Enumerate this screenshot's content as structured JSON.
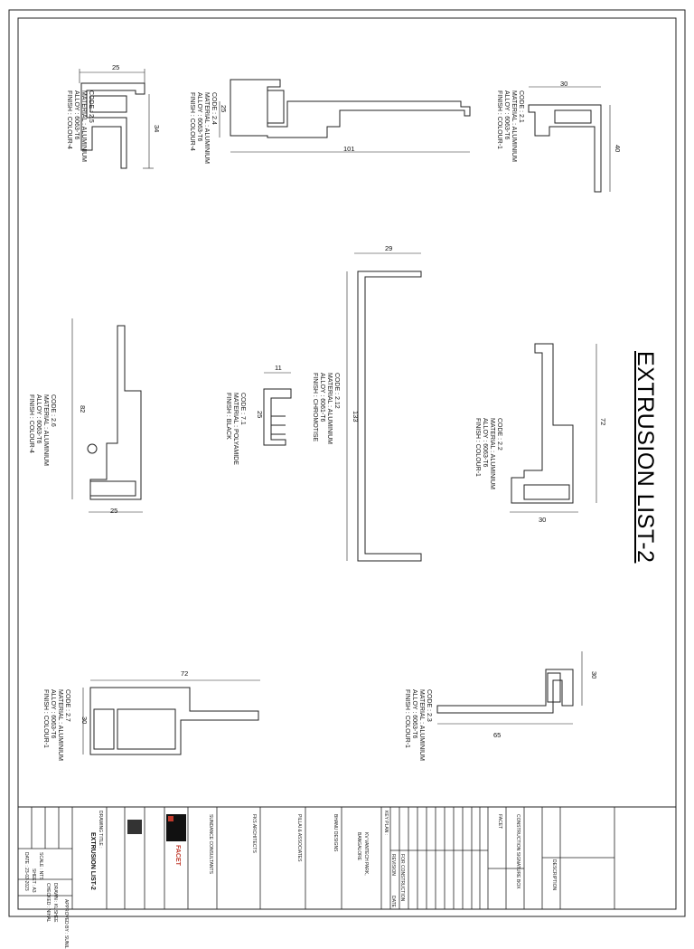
{
  "sheet": {
    "title": "EXTRUSION LIST-2"
  },
  "profiles": [
    {
      "id": "2.5",
      "code": "CODE : 2.5",
      "material": "MATERIAL : ALUMINIUM",
      "alloy": "ALLOY : 6063-T6",
      "finish": "FINISH : COLOUR-4",
      "dims": [
        "25",
        "34"
      ]
    },
    {
      "id": "2.4",
      "code": "CODE : 2.4",
      "material": "MATERIAL : ALUMINIUM",
      "alloy": "ALLOY : 6063-T6",
      "finish": "FINISH : COLOUR-4",
      "dims": [
        "25",
        "101"
      ]
    },
    {
      "id": "2.1",
      "code": "CODE : 2.1",
      "material": "MATERIAL : ALUMINIUM",
      "alloy": "ALLOY : 6063-T6",
      "finish": "FINISH : COLOUR-1",
      "dims": [
        "30",
        "40"
      ]
    },
    {
      "id": "2.6",
      "code": "CODE : 2.6",
      "material": "MATERIAL : ALUMINIUM",
      "alloy": "ALLOY : 6063-T6",
      "finish": "FINISH : COLOUR-4",
      "dims": [
        "82",
        "25"
      ]
    },
    {
      "id": "7.1",
      "code": "CODE : 7.1",
      "material": "MATERIAL : POLYAMIDE",
      "alloy": "",
      "finish": "FINISH : BLACK",
      "dims": [
        "11",
        "25"
      ]
    },
    {
      "id": "2.12",
      "code": "CODE : 2.12",
      "material": "MATERIAL : ALUMINIUM",
      "alloy": "ALLOY : 6061-T6",
      "finish": "FINISH : CHROMOTISE",
      "dims": [
        "29",
        "133"
      ]
    },
    {
      "id": "2.2",
      "code": "CODE : 2.2",
      "material": "MATERIAL : ALUMINIUM",
      "alloy": "ALLOY : 6063-T6",
      "finish": "FINISH : COLOUR-1",
      "dims": [
        "72",
        "30"
      ]
    },
    {
      "id": "2.7",
      "code": "CODE : 2.7",
      "material": "MATERIAL : ALUMINIUM",
      "alloy": "ALLOY : 6063-T6",
      "finish": "FINISH : COLOUR-1",
      "dims": [
        "72",
        "30"
      ]
    },
    {
      "id": "2.3",
      "code": "CODE : 2.3",
      "material": "MATERIAL : ALUMINIUM",
      "alloy": "ALLOY : 6063-T6",
      "finish": "FINISH : COLOUR-1",
      "dims": [
        "30",
        "65"
      ]
    }
  ],
  "title_block": {
    "drawing_title_label": "DRAWING TITLE :",
    "drawing_title": "EXTRUSION LIST-2",
    "drawn_by": "DRAWN : KUSHEE",
    "checked_by": "CHECKED : NIHAL",
    "approved_by": "APPROVED BY : SUNIL",
    "scale": "SCALE : NTS",
    "sheet_size": "SHEET : A3",
    "date": "DATE : 23-02-2023",
    "logo_text": "FACET",
    "project": "KV VANTECH PARK,",
    "project_city": "BANGALORE",
    "discipline": "FACET",
    "revision_label": "REVISION",
    "description_label": "DESCRIPTION",
    "date_label": "DATE",
    "key_plan_label": "KEY PLAN :",
    "revision_entry": "FOR CONSTRUCTION",
    "consultant_1": "SUNDANCE CONSULTANTS",
    "consultant_2": "FKS ARCHITECTS",
    "consultant_3": "PILLAI & ASSOCIATES",
    "consultant_4": "BHANU DESIGNS",
    "status": "CONSTRUCTION SIGNATURE BOX"
  }
}
